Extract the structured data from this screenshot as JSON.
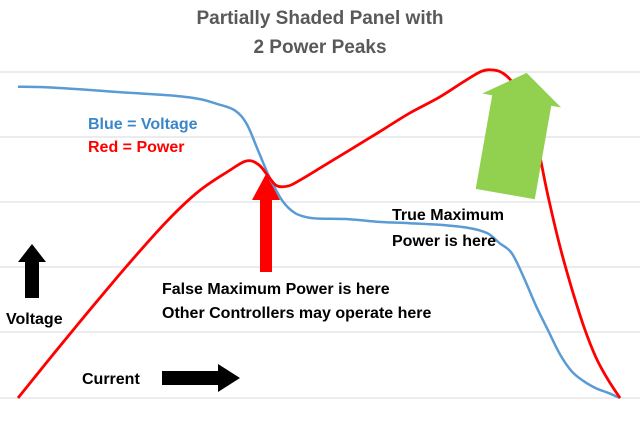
{
  "chart_data": {
    "type": "line",
    "title_lines": [
      "Partially Shaded Panel with",
      "2 Power Peaks"
    ],
    "xlabel": "Current",
    "ylabel": "Voltage",
    "grid": true,
    "x_range": [
      0,
      100
    ],
    "y_range": [
      0,
      100
    ],
    "legend": [
      {
        "text": "Blue = Voltage",
        "color": "#3a86c8"
      },
      {
        "text": "Red = Power",
        "color": "#ff0000"
      }
    ],
    "series": [
      {
        "color": "#5b9bd5",
        "x": [
          0,
          5,
          12,
          18,
          25,
          30,
          33,
          36,
          38,
          40,
          42,
          44,
          46,
          48,
          50,
          55,
          60,
          65,
          70,
          75,
          78,
          80,
          82,
          84,
          86,
          88,
          90,
          92,
          94,
          96,
          98,
          100
        ],
        "y": [
          94.9,
          94.7,
          93.9,
          93.1,
          92.3,
          91.2,
          89.7,
          87.7,
          83.5,
          74.9,
          66.4,
          59.9,
          56.4,
          55.1,
          54.7,
          54.5,
          53.7,
          53.3,
          52.8,
          51.8,
          50.2,
          47.2,
          44.2,
          36.8,
          28.3,
          20.8,
          13.4,
          8.1,
          5.1,
          3.0,
          1.6,
          0.0
        ]
      },
      {
        "color": "#ff0000",
        "x": [
          0,
          5,
          10,
          15,
          20,
          25,
          30,
          35,
          38,
          40,
          41.5,
          43,
          45,
          47,
          50,
          55,
          60,
          65,
          70,
          74,
          77,
          79,
          80.5,
          82,
          83.5,
          85,
          86.5,
          88,
          90,
          92,
          94,
          96,
          98,
          100
        ],
        "y": [
          0.0,
          11.4,
          22.6,
          33.6,
          44.3,
          54.4,
          63.0,
          69.2,
          72.3,
          71.1,
          67.8,
          64.7,
          64.7,
          66.6,
          69.9,
          75.5,
          81.1,
          86.8,
          91.7,
          96.4,
          99.6,
          100.0,
          99.1,
          96.6,
          92.3,
          85.8,
          75.4,
          61.9,
          46.4,
          33.3,
          21.7,
          12.4,
          5.6,
          0.0
        ]
      }
    ],
    "annotations": [
      {
        "lines": [
          "True Maximum",
          "Power is here"
        ],
        "arrow_color": "#92d050"
      },
      {
        "lines": [
          "False Maximum Power is here",
          "Other Controllers may operate here"
        ],
        "arrow_color": "#ff0000"
      }
    ]
  }
}
